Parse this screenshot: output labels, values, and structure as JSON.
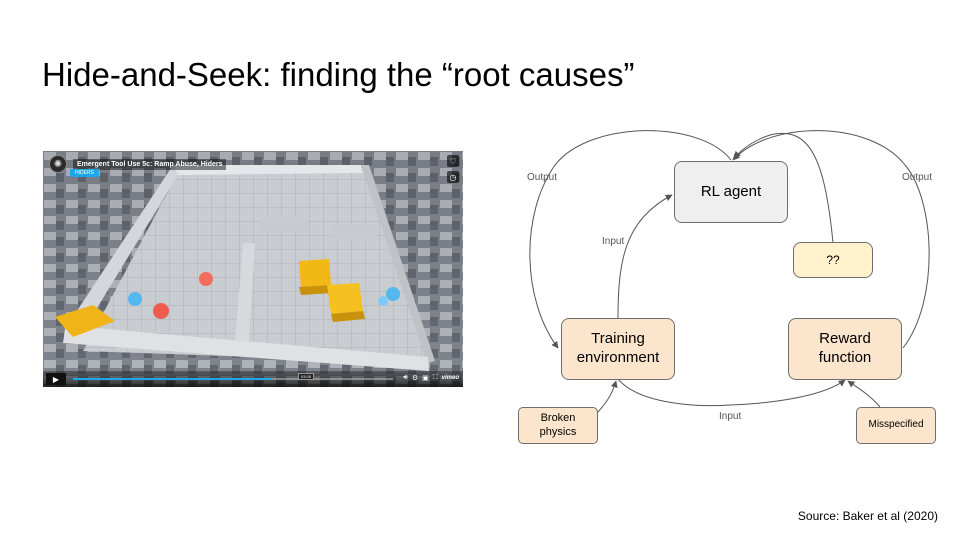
{
  "slide": {
    "title": "Hide-and-Seek: finding the “root causes”",
    "source": "Source: Baker et al (2020)"
  },
  "video": {
    "title": "Emergent Tool Use 5c: Ramp Abuse, Hiders",
    "badge": "HIDERS",
    "play_icon": "play-icon",
    "timestamp": "03:05",
    "brand": "vimeo",
    "progress": 0.62
  },
  "diagram": {
    "nodes": {
      "rl_agent": "RL agent",
      "unknown": "??",
      "training_env_line1": "Training",
      "training_env_line2": "environment",
      "reward_line1": "Reward",
      "reward_line2": "function",
      "broken_line1": "Broken",
      "broken_line2": "physics",
      "misspecified": "Misspecified"
    },
    "edge_labels": {
      "output_left": "Output",
      "output_right": "Output",
      "input_left": "Input",
      "input_bottom": "Input"
    },
    "colors": {
      "peach": "#fce5cd",
      "grey": "#efefef",
      "yellow": "#fff2cc"
    }
  }
}
